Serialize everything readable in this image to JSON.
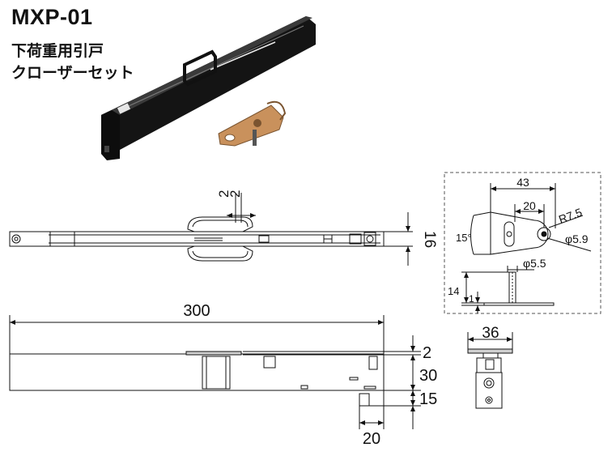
{
  "title": {
    "model": "MXP-01",
    "line1": "下荷重用引戸",
    "line2": "クローザーセット"
  },
  "top_view": {
    "gap_a": "2",
    "gap_b": "2",
    "height_dim": "16"
  },
  "front_view": {
    "length": "300",
    "plate_thickness": "2",
    "body_height": "30",
    "bracket_drop": "15",
    "bracket_width": "20"
  },
  "catch_detail": {
    "total_width": "43",
    "hole_spacing": "20",
    "radius": "R7.5",
    "hole_dia": "φ5.9",
    "angle": "15°",
    "pin_dia": "φ5.5",
    "pin_height": "14",
    "plate_thickness": "1"
  },
  "end_view": {
    "width": "36"
  },
  "colors": {
    "line": "#111111",
    "body_black": "#141414",
    "brass": "#c9915c",
    "detail_border": "#555555"
  }
}
